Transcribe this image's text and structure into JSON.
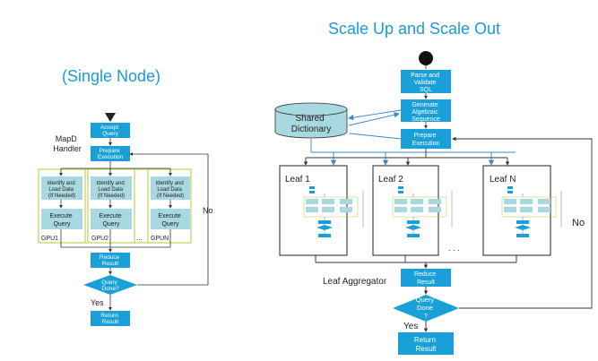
{
  "right_title": "Scale Up and Scale Out",
  "left_title": "(Single Node)",
  "left": {
    "mapd_handler": [
      "MapD",
      "Handler"
    ],
    "accept_query": [
      "Accept",
      "Query"
    ],
    "prepare_execution": [
      "Prepare",
      "Execution"
    ],
    "identify_load": [
      "Identify and",
      "Load Data",
      "(If Needed)"
    ],
    "execute_query": [
      "Execute",
      "Query"
    ],
    "gpu_labels": [
      "GPU1",
      "GPU2",
      "GPUN"
    ],
    "ellipsis": "...",
    "no_label": "No",
    "reduce_result": [
      "Reduce",
      "Result"
    ],
    "query_done": [
      "Query",
      "Done?"
    ],
    "yes_label": "Yes",
    "return_result": [
      "Return",
      "Result"
    ]
  },
  "right": {
    "parse_validate": [
      "Parse and",
      "Validate",
      "SQL"
    ],
    "generate_algebraic": [
      "Generate",
      "Algebraic",
      "Sequence"
    ],
    "shared_dictionary": [
      "Shared",
      "Dictionary"
    ],
    "prepare_execution": [
      "Prepare",
      "Execution"
    ],
    "leaves": [
      "Leaf 1",
      "Leaf 2",
      "Leaf N"
    ],
    "ellipsis": ". . .",
    "no_label": "No",
    "leaf_aggregator": "Leaf Aggregator",
    "reduce_result": [
      "Reduce",
      "Result"
    ],
    "query_done": [
      "Query",
      "Done",
      "?"
    ],
    "yes_label": "Yes",
    "return_result": [
      "Return",
      "Result"
    ]
  },
  "colors": {
    "box_fill": "#1aa0d8",
    "box_light": "#a8d8e0",
    "title_blue": "#1a9bd7",
    "gpu_border": "#b5c93a",
    "arrow_blue": "#3a88c8",
    "arrow_dark": "#333333"
  }
}
